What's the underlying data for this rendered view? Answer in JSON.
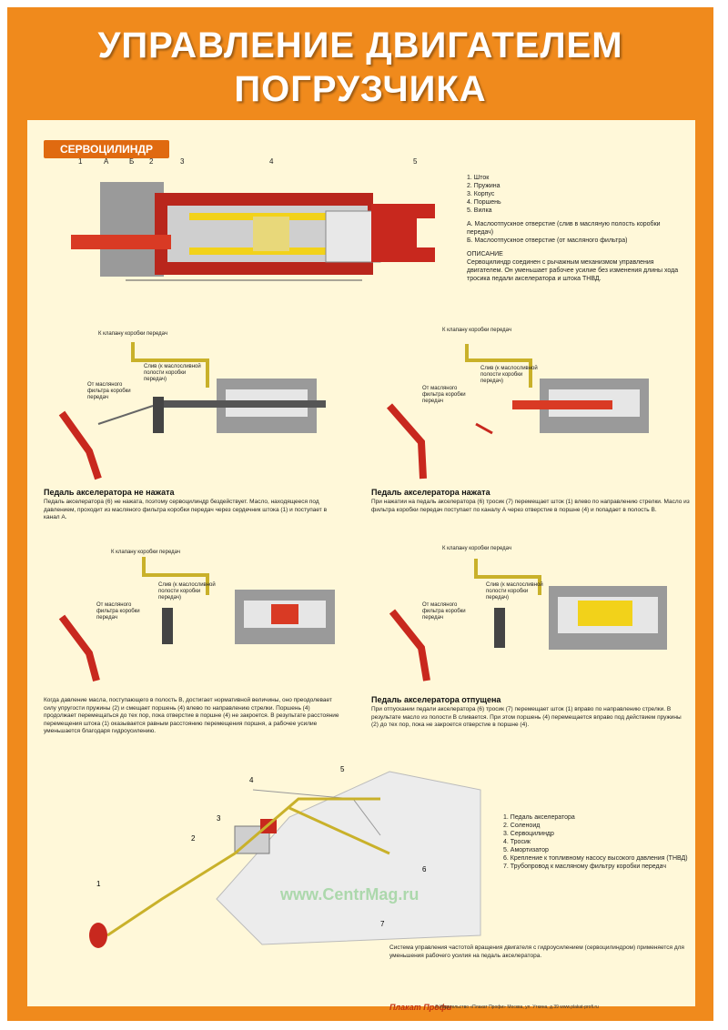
{
  "title_line1": "УПРАВЛЕНИЕ ДВИГАТЕЛЕМ",
  "title_line2": "ПОГРУЗЧИКА",
  "section_tab": "СЕРВОЦИЛИНДР",
  "top_numbers": [
    "1",
    "A",
    "Б",
    "2",
    "3",
    "4",
    "5"
  ],
  "parts_legend": [
    "1. Шток",
    "2. Пружина",
    "3. Корпус",
    "4. Поршень",
    "5. Вилка"
  ],
  "holes_legend": [
    "A. Маслоотпускное отверстие (слив в масляную полость коробки передач)",
    "Б. Маслоотпускное отверстие (от масляного фильтра)"
  ],
  "description_title": "ОПИСАНИЕ",
  "description_text": "Сервоцилиндр соединен с рычажным механизмом управления двигателем. Он уменьшает рабочее усилие без изменения длины хода тросика педали акселератора и штока ТНВД.",
  "diagram_labels": {
    "to_valve": "К клапану коробки передач",
    "drain": "Слив (к маслосливной полости коробки передач)",
    "from_filter": "От масляного фильтра коробки передач"
  },
  "panel1_title": "Педаль акселератора не нажата",
  "panel1_text": "Педаль акселератора (6) не нажата, поэтому сервоцилиндр бездействует. Масло, находящееся под давлением, проходит из масляного фильтра коробки передач через сердечник штока (1) и поступает в канал А.",
  "panel2_title": "Педаль акселератора нажата",
  "panel2_text": "При нажатии на педаль акселератора (6) тросик (7) перемещает шток (1) влево по направлению стрелки. Масло из фильтра коробки передач поступает по каналу А через отверстие в поршне (4) и попадает в полость В.",
  "panel3_text": "Когда давление масла, поступающего в полость В, достигает нормативной величины, оно преодолевает силу упругости пружины (2) и смещает поршень (4) влево по направлению стрелки. Поршень (4) продолжает перемещаться до тех пор, пока отверстие в поршне (4) не закроется. В результате расстояние перемещения штока (1) оказывается равным расстоянию перемещения поршня, а рабочее усилие уменьшается благодаря гидроусилению.",
  "panel4_title": "Педаль акселератора отпущена",
  "panel4_text": "При отпускании педали акселератора (6) тросик (7) перемещает шток (1) вправо по направлению стрелки. В результате масло из полости В сливается. При этом поршень (4) перемещается вправо под действием пружины (2) до тех пор, пока не закроется отверстие в поршне (4).",
  "system_legend": [
    "1. Педаль акселератора",
    "2. Соленоид",
    "3. Сервоцилиндр",
    "4. Тросик",
    "5. Амортизатор",
    "6. Крепление к топливному насосу высокого давления (ТНВД)",
    "7. Трубопровод к масляному фильтру коробки передач"
  ],
  "system_numbers": [
    "1",
    "2",
    "3",
    "4",
    "5",
    "6",
    "7"
  ],
  "bottom_caption": "Система управления частотой вращения двигателя с гидроусилением (сервоцилиндром) применяется для уменьшения рабочего усилия на педаль акселератора.",
  "watermark": "www.CentrMag.ru",
  "publisher_logo": "Плакат Профи",
  "footer_text": "© Издательство «Плакат Профи» Москва, ул. Уткина, д.39 www.plakat-profi.ru",
  "colors": {
    "frame": "#f08a1c",
    "panel": "#fff8d9",
    "red": "#c8281e",
    "yellow": "#f2d21a",
    "grey": "#8c8c8c"
  }
}
